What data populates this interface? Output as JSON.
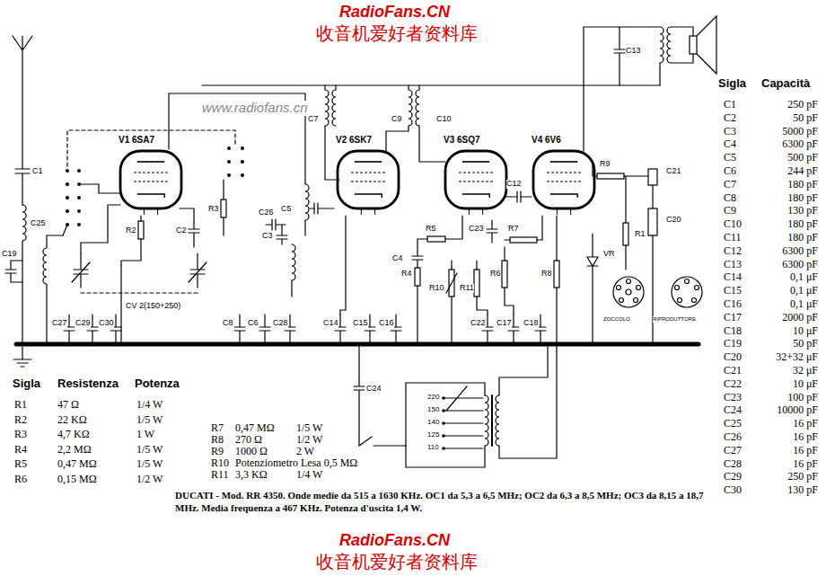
{
  "diagram": {
    "caption": "DUCATI - Mod. RR 4350. Onde medie da 515 a 1630 KHz. OC1 da 5,3 a 6,5 MHz; OC2 da 6,3 a 8,5 MHz; OC3 da 8,15 a 18,7 MHz. Media frequenza a 467 KHz. Potenza d'uscita 1,4 W.",
    "nodes": [
      {
        "text": [
          "V1 6SA7"
        ]
      },
      {
        "text": [
          "V2 6SK7"
        ]
      },
      {
        "text": [
          "V3 6SQ7"
        ]
      },
      {
        "text": [
          "V4 6V6"
        ]
      }
    ],
    "labels": [
      "RadioFans.CN",
      "收音机爱好者资料库",
      "www.radiofans.cn",
      "C1",
      "C25",
      "C19",
      "R2",
      "C2",
      "R3",
      "C26",
      "C5",
      "C3",
      "CV 2(150+250)",
      "C27",
      "C29",
      "C30",
      "C8",
      "C6",
      "C28",
      "C14",
      "C15",
      "C16",
      "C22",
      "C17",
      "C18",
      "C24",
      "C7",
      "C9",
      "C10",
      "C12",
      "C23",
      "C4",
      "R5",
      "R4",
      "R10",
      "R11",
      "R6",
      "R8",
      "R7",
      "R9",
      "C13",
      "C21",
      "C20",
      "R1",
      "VR",
      "220",
      "150",
      "140",
      "125",
      "110",
      "ZOCCOLO",
      "RIPRODUTTORE",
      "Sigla",
      "Capacità",
      "C1",
      "250 pF",
      "C2",
      "50 pF",
      "C3",
      "5000 pF",
      "C4",
      "6300 pF",
      "C5",
      "500 pF",
      "C6",
      "244 pF",
      "C7",
      "180 pF",
      "C8",
      "180 pF",
      "C9",
      "130 pF",
      "C10",
      "180 pF",
      "C11",
      "180 pF",
      "C12",
      "6300 pF",
      "C13",
      "6300 pF",
      "C14",
      "0,1 μF",
      "C15",
      "0,1 μF",
      "C16",
      "0,1 μF",
      "C17",
      "2000 pF",
      "C18",
      "10 μF",
      "C19",
      "50 pF",
      "C20",
      "32+32 μF",
      "C21",
      "32 μF",
      "C22",
      "10 μF",
      "C23",
      "100 pF",
      "C24",
      "10000 pF",
      "C25",
      "16 pF",
      "C26",
      "16 pF",
      "C27",
      "16 pF",
      "C28",
      "16 pF",
      "C29",
      "250 pF",
      "C30",
      "130 pF",
      "Sigla",
      "Resistenza",
      "Potenza",
      "R1",
      "47 Ω",
      "1/4 W",
      "R2",
      "22 KΩ",
      "1/5 W",
      "R3",
      "4,7 KΩ",
      "1 W",
      "R4",
      "2,2 MΩ",
      "1/5 W",
      "R5",
      "0,47 MΩ",
      "1/5 W",
      "R6",
      "0,15 MΩ",
      "1/2 W",
      "R7",
      "0,47 MΩ",
      "1/5 W",
      "R8",
      "270 Ω",
      "1/2 W",
      "R9",
      "1000 Ω",
      "2 W",
      "R10",
      "Potenziometro Lesa 0,5 MΩ",
      "R11",
      "3,3 KΩ",
      "1/4 W",
      "RadioFans.CN",
      "收音机爱好者资料库"
    ]
  }
}
